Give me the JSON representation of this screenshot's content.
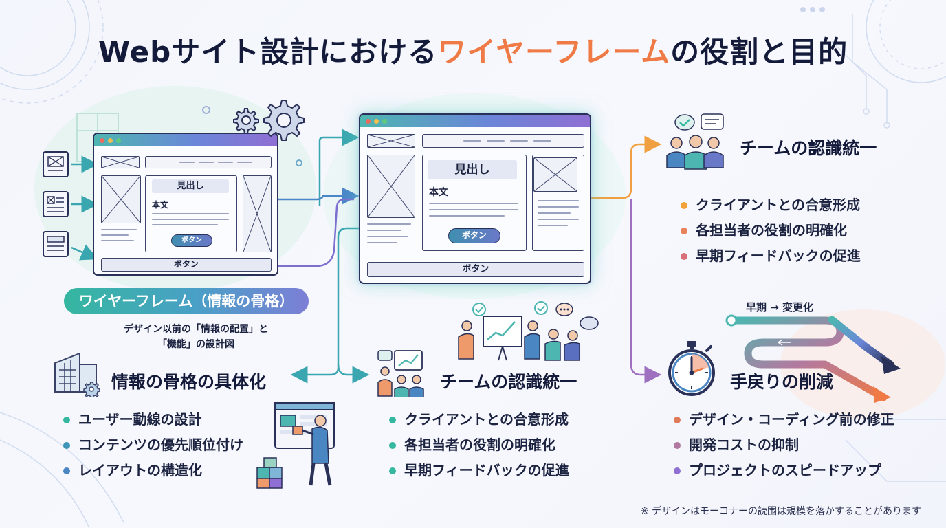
{
  "title": {
    "prefix": "Webサイト設計における",
    "highlight": "ワイヤーフレーム",
    "suffix": "の役割と目的"
  },
  "wireframe_small": {
    "heading": "見出し",
    "body": "本文",
    "button": "ボタン",
    "footer_button": "ボタン"
  },
  "wireframe_large": {
    "heading": "見出し",
    "body": "本文",
    "button": "ボタン",
    "footer_button": "ボタン"
  },
  "wireframe_label": "ワイヤーフレーム（情報の骨格）",
  "wireframe_desc": {
    "line1": "デザイン以前の「情報の配置」と",
    "line2": "「機能」の設計図"
  },
  "skeleton": {
    "title": "情報の骨格の具体化",
    "items": [
      "ユーザー動線の設計",
      "コンテンツの優先順位付け",
      "レイアウトの構造化"
    ]
  },
  "team_center": {
    "title": "チームの認識統一",
    "items": [
      "クライアントとの合意形成",
      "各担当者の役割の明確化",
      "早期フィードバックの促進"
    ]
  },
  "team_right": {
    "title": "チームの認識統一",
    "items": [
      "クライアントとの合意形成",
      "各担当者の役割の明確化",
      "早期フィードバックの促進"
    ]
  },
  "rework": {
    "title": "手戻りの削減",
    "early_label": "早期 → 変更化",
    "items": [
      "デザイン・コーディング前の修正",
      "開発コストの抑制",
      "プロジェクトのスピードアップ"
    ]
  },
  "footnote": "※ デザインはモーコナーの読围は規模を落かすることがあります",
  "colors": {
    "accent_orange": "#ef7a45",
    "teal": "#35b7a0",
    "blue": "#4a9fc7",
    "purple": "#8f6fd4",
    "bullet_skeleton": [
      "#35b7a0",
      "#3f95b8",
      "#4a86c2"
    ],
    "bullet_team_center": [
      "#35b7a0",
      "#35b7a0",
      "#35b7a0"
    ],
    "bullet_team_right": [
      "#f1a23a",
      "#e9845a",
      "#d8707a"
    ],
    "bullet_rework": [
      "#e07b5a",
      "#b27aa0",
      "#8f6fd4"
    ]
  },
  "icons": [
    "document-icon",
    "checklist-icon",
    "layout-icon",
    "gear-icon",
    "people-icon",
    "presentation-icon",
    "stopwatch-icon",
    "building-icon",
    "blocks-icon",
    "chat-icon"
  ]
}
